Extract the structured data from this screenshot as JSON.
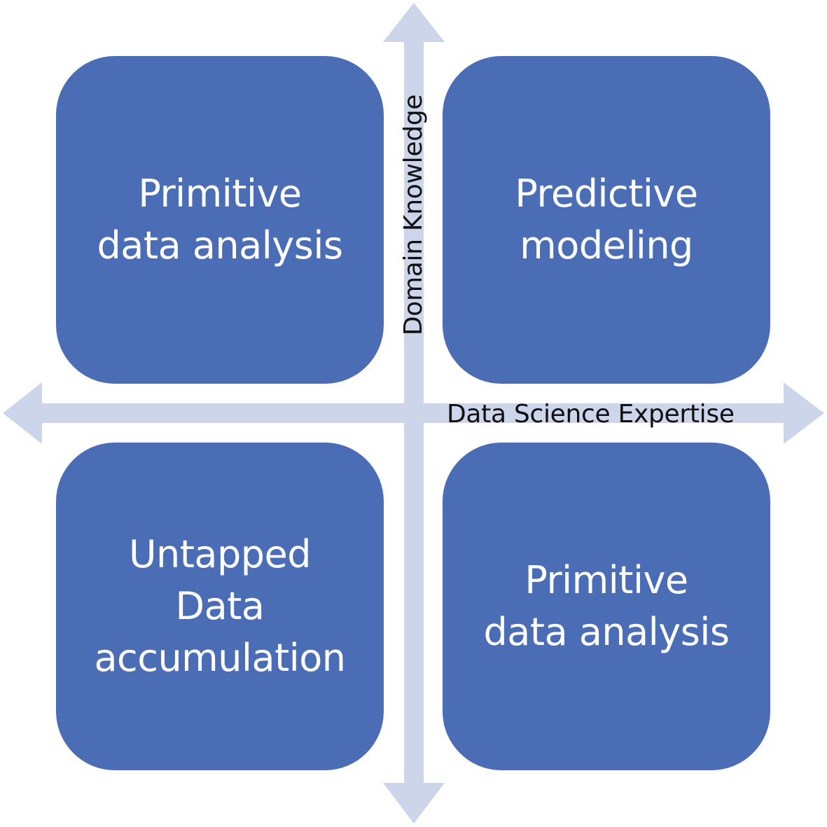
{
  "colors": {
    "box": "#4a6db6",
    "arrow": "#cdd5ea",
    "text_on_box": "#ffffff",
    "axis_text": "#111111"
  },
  "axes": {
    "x_label": "Data Science Expertise",
    "y_label": "Domain Knowledge"
  },
  "quadrants": {
    "top_left": {
      "lines": [
        "Primitive",
        "data analysis"
      ]
    },
    "top_right": {
      "lines": [
        "Predictive",
        "modeling"
      ]
    },
    "bottom_left": {
      "lines": [
        "Untapped",
        "Data",
        "accumulation"
      ]
    },
    "bottom_right": {
      "lines": [
        "Primitive",
        "data analysis"
      ]
    }
  }
}
